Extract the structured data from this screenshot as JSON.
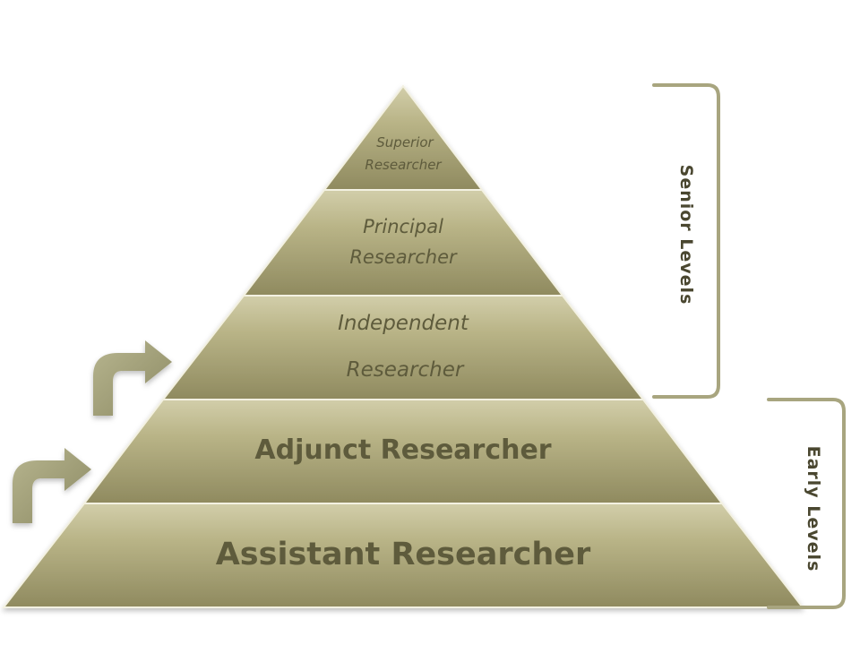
{
  "levels": {
    "superior": [
      "Superior",
      "Researcher"
    ],
    "principal": [
      "Principal",
      "Researcher"
    ],
    "independent": [
      "Independent",
      "Researcher"
    ],
    "adjunct": "Adjunct Researcher",
    "assistant": "Assistant Researcher"
  },
  "groups": {
    "senior": "Senior Levels",
    "early": "Early Levels"
  },
  "colors": {
    "tier_fill": "#bcb78a",
    "tier_dark": "#8b865c",
    "label_text": "#5e5b3c",
    "bracket": "#a8a57f",
    "arrow": "#9c9a72"
  }
}
